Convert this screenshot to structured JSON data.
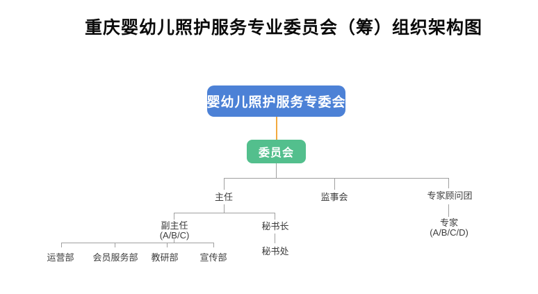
{
  "title": "重庆婴幼儿照护服务专业委员会（筹）组织架构图",
  "nodes": {
    "root": "婴幼儿照护服务专委会",
    "committee": "委员会",
    "director": "主任",
    "supervisory_board": "监事会",
    "expert_advisory_group": "专家顾问团",
    "deputy_director_line1": "副主任",
    "deputy_director_line2": "(A/B/C)",
    "secretary_general": "秘书长",
    "secretariat": "秘书处",
    "experts_line1": "专家",
    "experts_line2": "(A/B/C/D)",
    "departments": [
      "运营部",
      "会员服务部",
      "教研部",
      "宣传部"
    ]
  },
  "org_tree": {
    "label": "婴幼儿照护服务专委会",
    "children": [
      {
        "label": "委员会",
        "children": [
          {
            "label": "主任",
            "children": [
              {
                "label": "副主任 (A/B/C)",
                "children": [
                  {
                    "label": "运营部"
                  },
                  {
                    "label": "会员服务部"
                  },
                  {
                    "label": "教研部"
                  },
                  {
                    "label": "宣传部"
                  }
                ]
              },
              {
                "label": "秘书长",
                "children": [
                  {
                    "label": "秘书处"
                  }
                ]
              }
            ]
          },
          {
            "label": "监事会"
          },
          {
            "label": "专家顾问团",
            "children": [
              {
                "label": "专家 (A/B/C/D)"
              }
            ]
          }
        ]
      }
    ]
  },
  "colors": {
    "root_box": "#4c81d6",
    "committee_box": "#53bf8d",
    "root_connector": "#f2a93e",
    "tree_line": "#9f9f9f",
    "label_text": "#3b3b3b",
    "box_text": "#ffffff",
    "background": "#ffffff"
  }
}
